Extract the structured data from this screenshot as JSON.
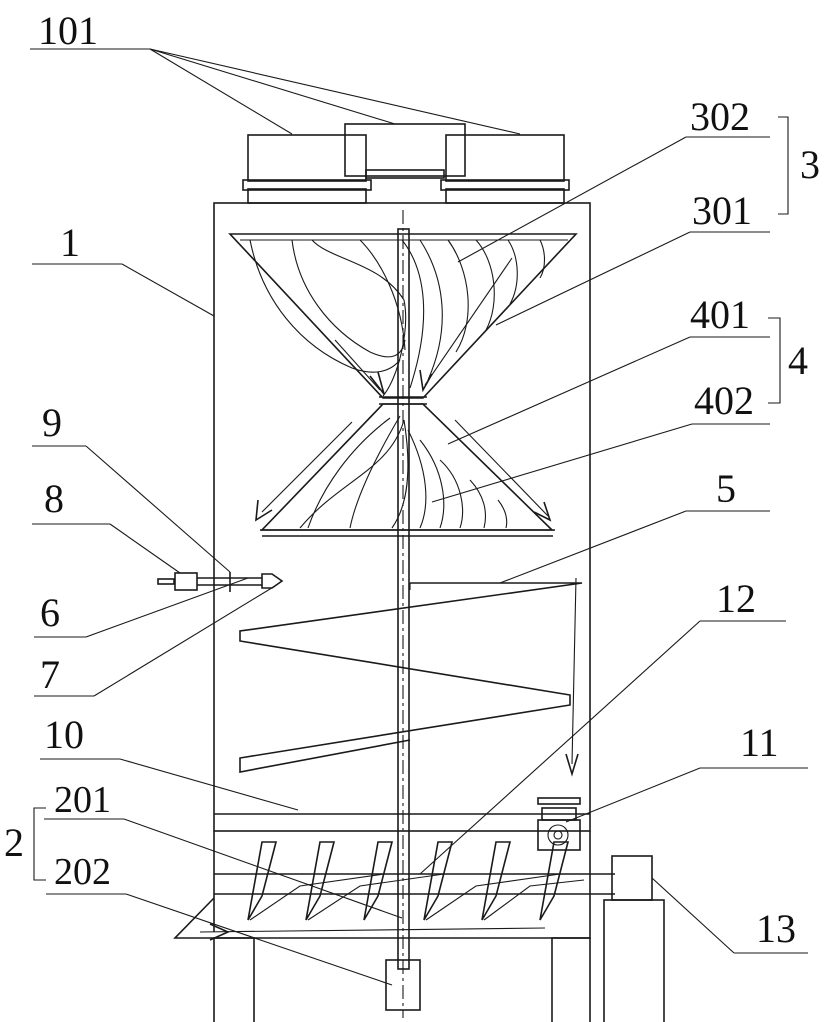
{
  "labels": {
    "l101": "101",
    "l302": "302",
    "l3": "3",
    "l301": "301",
    "l1": "1",
    "l401": "401",
    "l4": "4",
    "l402": "402",
    "l9": "9",
    "l8": "8",
    "l5": "5",
    "l6": "6",
    "l12": "12",
    "l7": "7",
    "l10": "10",
    "l11": "11",
    "l2": "2",
    "l201": "201",
    "l202": "202",
    "l13": "13"
  }
}
